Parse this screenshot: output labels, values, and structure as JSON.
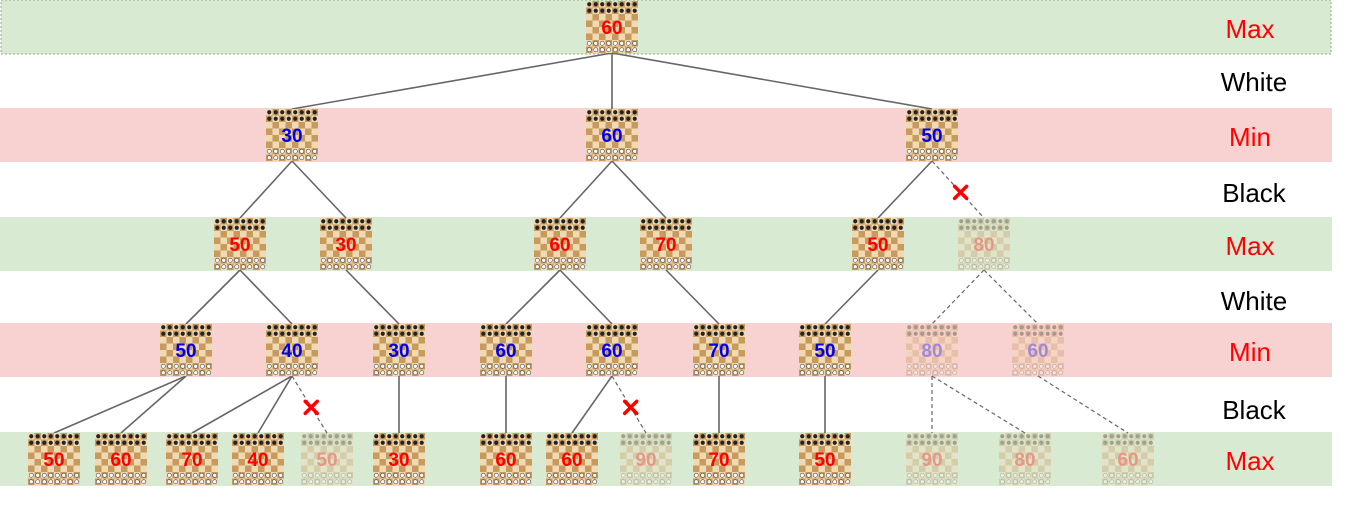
{
  "colors": {
    "max_band": "#d9ead3",
    "min_band": "#f8d2d0",
    "max_value": "#ff0000",
    "min_value": "#0000ee",
    "edge": "#666666",
    "pruned_mark": "#ff0000",
    "turn_text": "#000000",
    "board_light": "#f0d9b5",
    "board_dark": "#c89a5c"
  },
  "levels": [
    {
      "label": "Max",
      "kind": "max"
    },
    {
      "label": "Min",
      "kind": "min"
    },
    {
      "label": "Max",
      "kind": "max"
    },
    {
      "label": "Min",
      "kind": "min"
    },
    {
      "label": "Max",
      "kind": "max"
    }
  ],
  "turns": [
    "White",
    "Black",
    "White",
    "Black"
  ],
  "nodes": [
    {
      "id": "root",
      "value": "60",
      "level": 0,
      "pruned": false
    },
    {
      "id": "a",
      "value": "30",
      "level": 1,
      "parent": "root",
      "pruned": false
    },
    {
      "id": "b",
      "value": "60",
      "level": 1,
      "parent": "root",
      "pruned": false
    },
    {
      "id": "c",
      "value": "50",
      "level": 1,
      "parent": "root",
      "pruned": false
    },
    {
      "id": "a1",
      "value": "50",
      "level": 2,
      "parent": "a",
      "pruned": false
    },
    {
      "id": "a2",
      "value": "30",
      "level": 2,
      "parent": "a",
      "pruned": false
    },
    {
      "id": "b1",
      "value": "60",
      "level": 2,
      "parent": "b",
      "pruned": false
    },
    {
      "id": "b2",
      "value": "70",
      "level": 2,
      "parent": "b",
      "pruned": false
    },
    {
      "id": "c1",
      "value": "50",
      "level": 2,
      "parent": "c",
      "pruned": false
    },
    {
      "id": "c2",
      "value": "80",
      "level": 2,
      "parent": "c",
      "pruned": true,
      "cut": true
    },
    {
      "id": "a1x",
      "value": "50",
      "level": 3,
      "parent": "a1",
      "pruned": false
    },
    {
      "id": "a1y",
      "value": "40",
      "level": 3,
      "parent": "a1",
      "pruned": false
    },
    {
      "id": "a2x",
      "value": "30",
      "level": 3,
      "parent": "a2",
      "pruned": false
    },
    {
      "id": "b1x",
      "value": "60",
      "level": 3,
      "parent": "b1",
      "pruned": false
    },
    {
      "id": "b1y",
      "value": "60",
      "level": 3,
      "parent": "b1",
      "pruned": false
    },
    {
      "id": "b2x",
      "value": "70",
      "level": 3,
      "parent": "b2",
      "pruned": false
    },
    {
      "id": "c1x",
      "value": "50",
      "level": 3,
      "parent": "c1",
      "pruned": false
    },
    {
      "id": "c2x",
      "value": "80",
      "level": 3,
      "parent": "c2",
      "pruned": true
    },
    {
      "id": "c2y",
      "value": "60",
      "level": 3,
      "parent": "c2",
      "pruned": true
    },
    {
      "id": "l1",
      "value": "50",
      "level": 4,
      "parent": "a1x",
      "pruned": false
    },
    {
      "id": "l2",
      "value": "60",
      "level": 4,
      "parent": "a1x",
      "pruned": false
    },
    {
      "id": "l3",
      "value": "70",
      "level": 4,
      "parent": "a1y",
      "pruned": false
    },
    {
      "id": "l4",
      "value": "40",
      "level": 4,
      "parent": "a1y",
      "pruned": false
    },
    {
      "id": "l5",
      "value": "50",
      "level": 4,
      "parent": "a1y",
      "pruned": true,
      "cut": true
    },
    {
      "id": "l6",
      "value": "30",
      "level": 4,
      "parent": "a2x",
      "pruned": false
    },
    {
      "id": "l7",
      "value": "60",
      "level": 4,
      "parent": "b1x",
      "pruned": false
    },
    {
      "id": "l8",
      "value": "60",
      "level": 4,
      "parent": "b1y",
      "pruned": false
    },
    {
      "id": "l9",
      "value": "90",
      "level": 4,
      "parent": "b1y",
      "pruned": true,
      "cut": true
    },
    {
      "id": "l10",
      "value": "70",
      "level": 4,
      "parent": "b2x",
      "pruned": false
    },
    {
      "id": "l11",
      "value": "50",
      "level": 4,
      "parent": "c1x",
      "pruned": false
    },
    {
      "id": "l12",
      "value": "90",
      "level": 4,
      "parent": "c2x",
      "pruned": true
    },
    {
      "id": "l13",
      "value": "80",
      "level": 4,
      "parent": "c2x",
      "pruned": true
    },
    {
      "id": "l14",
      "value": "60",
      "level": 4,
      "parent": "c2y",
      "pruned": true
    }
  ]
}
